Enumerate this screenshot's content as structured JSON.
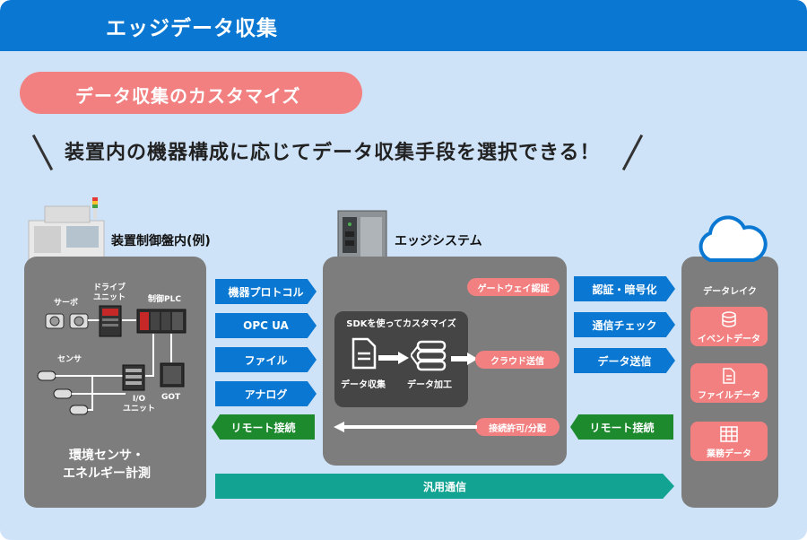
{
  "header": {
    "title": "エッジデータ収集"
  },
  "banner": {
    "pill_label": "データ収集のカスタマイズ"
  },
  "tagline": "装置内の機器構成に応じてデータ収集手段を選択できる！",
  "machine_panel": {
    "label": "装置制御盤内(例)",
    "servo_label": "サーボ",
    "drive_unit_label": "ドライブ\nユニット",
    "plc_label": "制御PLC",
    "sensor_label": "センサ",
    "io_unit_label": "I/O\nユニット",
    "got_label": "GOT",
    "bottom_label": "環境センサ・\nエネルギー計測"
  },
  "protocol_arrows": [
    "機器プロトコル",
    "OPC UA",
    "ファイル",
    "アナログ"
  ],
  "remote_connect_left": "リモート接続",
  "edge_panel": {
    "label": "エッジシステム",
    "gateway_auth": "ゲートウェイ認証",
    "sdk_title": "SDKを使ってカスタマイズ",
    "data_collect": "データ収集",
    "data_process": "データ加工",
    "cloud_send": "クラウド送信",
    "connect_allow": "接続許可/分配"
  },
  "right_arrows": [
    "認証・暗号化",
    "通信チェック",
    "データ送信"
  ],
  "remote_connect_right": "リモート接続",
  "general_comm": "汎用通信",
  "data_lake": {
    "label": "データレイク",
    "cards": [
      "イベントデータ",
      "ファイルデータ",
      "業務データ"
    ]
  },
  "colors": {
    "header": "#0a78d2",
    "background": "#cfe3f8",
    "accent_pink": "#f28080",
    "panel_gray": "#7d7d7d",
    "green": "#1d8a2e",
    "teal": "#13a392"
  }
}
